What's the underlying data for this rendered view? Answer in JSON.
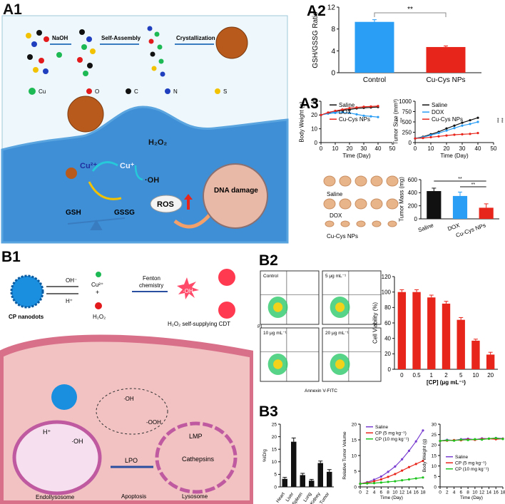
{
  "panels": {
    "a1": "A1",
    "a2": "A2",
    "a3": "A3",
    "b1": "B1",
    "b2": "B2",
    "b3": "B3"
  },
  "a1": {
    "steps": [
      "NaOH",
      "Self-Assembly",
      "Crystallization"
    ],
    "legend": [
      "Cu",
      "O",
      "C",
      "N",
      "S"
    ],
    "legend_colors": [
      "#1db954",
      "#e31a1c",
      "#111111",
      "#1f3fbf",
      "#f2c200"
    ],
    "cu2": "Cu²⁺",
    "cu1": "Cu⁺",
    "h2o2": "H₂O₂",
    "oh": "·OH",
    "gsh": "GSH",
    "gssg": "GSSG",
    "ros": "ROS",
    "dna": "DNA damage"
  },
  "b1": {
    "cp": "CP nanodots",
    "oh_minus": "OH⁻",
    "h_plus": "H⁺",
    "cu2": "Cu²⁺",
    "plus": "+",
    "h2o2": "H₂O₂",
    "fenton": [
      "Fenton",
      "chemistry"
    ],
    "oh": "·OH",
    "cdt": "H₂O₂ self-supplying CDT",
    "oh2": "·OH",
    "ooh": "-OOH",
    "lpo": "LPO",
    "lmp": "LMP",
    "cathepsins": "Cathepsins",
    "apoptosis": "Apoptosis",
    "endo": "Endollysosome",
    "lyso": "Lysosome",
    "h_plus2": "H⁺",
    "oh3": "·OH"
  },
  "flow": {
    "gates": [
      "Control",
      "5 μg mL⁻¹",
      "10 μg mL⁻¹",
      "20 μg mL⁻¹"
    ],
    "xlabel": "Annexin V-FITC",
    "ylabel": "PI"
  },
  "a3_mice": {
    "labels": [
      "Saline",
      "DOX",
      "Cu-Cys NPs"
    ]
  },
  "chart_data": [
    {
      "id": "a2",
      "type": "bar",
      "categories": [
        "Control",
        "Cu-Cys NPs"
      ],
      "values": [
        9.3,
        4.7
      ],
      "errors": [
        0.4,
        0.2
      ],
      "colors": [
        "#2a9df4",
        "#e8251b"
      ],
      "ylabel": "GSH/GSSG Ratio",
      "ylim": [
        0,
        12
      ],
      "yticks": [
        "0",
        "4",
        "8",
        "12"
      ],
      "sig": "**"
    },
    {
      "id": "a3_bw",
      "type": "line",
      "x": [
        0,
        5,
        10,
        15,
        20,
        25,
        30,
        35,
        40
      ],
      "xticks": [
        "0",
        "10",
        "20",
        "30",
        "40",
        "50"
      ],
      "yticks": [
        "0",
        "10",
        "20",
        "30"
      ],
      "xlim": [
        0,
        50
      ],
      "ylim": [
        0,
        30
      ],
      "xlabel": "Time (Day)",
      "ylabel": "Body Weight (g)",
      "series": [
        {
          "name": "Saline",
          "color": "#111111",
          "values": [
            20,
            21.5,
            22.5,
            23.5,
            24,
            24.8,
            25.2,
            25.5,
            25.8
          ]
        },
        {
          "name": "DOX",
          "color": "#2a9df4",
          "values": [
            20,
            21,
            21.5,
            22,
            21.5,
            20.5,
            19.5,
            19,
            18.5
          ]
        },
        {
          "name": "Cu-Cys NPs",
          "color": "#e8251b",
          "values": [
            20,
            21.8,
            23,
            24,
            25,
            25.5,
            26,
            26.2,
            26.5
          ]
        }
      ],
      "sig": [
        "**",
        "***"
      ]
    },
    {
      "id": "a3_ts",
      "type": "line",
      "x": [
        0,
        5,
        10,
        15,
        20,
        25,
        30,
        35,
        40
      ],
      "xticks": [
        "0",
        "10",
        "20",
        "30",
        "40",
        "50"
      ],
      "yticks": [
        "0",
        "250",
        "500",
        "750",
        "1000"
      ],
      "xlim": [
        0,
        50
      ],
      "ylim": [
        0,
        1000
      ],
      "xlabel": "Time (Day)",
      "ylabel": "Tumor Size (mm³)",
      "series": [
        {
          "name": "Saline",
          "color": "#111111",
          "values": [
            100,
            140,
            200,
            260,
            340,
            410,
            480,
            540,
            600
          ]
        },
        {
          "name": "DOX",
          "color": "#2a9df4",
          "values": [
            100,
            130,
            180,
            230,
            290,
            350,
            410,
            450,
            500
          ]
        },
        {
          "name": "Cu-Cys NPs",
          "color": "#e8251b",
          "values": [
            100,
            110,
            130,
            150,
            170,
            190,
            200,
            210,
            230
          ]
        }
      ],
      "sig": [
        "***",
        "***"
      ]
    },
    {
      "id": "a3_tm",
      "type": "bar",
      "categories": [
        "Saline",
        "DOX",
        "Cu-Cys NPs"
      ],
      "values": [
        425,
        350,
        170
      ],
      "errors": [
        45,
        60,
        60
      ],
      "colors": [
        "#111111",
        "#2a9df4",
        "#e8251b"
      ],
      "ylabel": "Tumor Mass (mg)",
      "ylim": [
        0,
        600
      ],
      "yticks": [
        "0",
        "200",
        "400",
        "600"
      ],
      "sig": [
        "**",
        "**"
      ]
    },
    {
      "id": "b2_cv",
      "type": "bar",
      "categories": [
        "0",
        "0.5",
        "1",
        "2",
        "5",
        "10",
        "20"
      ],
      "values": [
        100,
        100,
        93,
        85,
        64,
        37,
        19
      ],
      "errors": [
        3,
        3,
        3,
        3,
        3,
        2,
        3
      ],
      "colors": [
        "#e8251b"
      ],
      "xlabel": "[CP] (μg mL⁻¹)",
      "ylabel": "Cell Viability (%)",
      "ylim": [
        0,
        120
      ],
      "yticks": [
        "0",
        "20",
        "40",
        "60",
        "80",
        "100",
        "120"
      ]
    },
    {
      "id": "b3_bio",
      "type": "bar",
      "categories": [
        "Heart",
        "Liver",
        "Spleen",
        "Lung",
        "Kidney",
        "Tumor"
      ],
      "values": [
        3.2,
        18,
        4.7,
        2.5,
        9.5,
        6
      ],
      "errors": [
        0.6,
        1.5,
        0.7,
        0.5,
        0.8,
        0.9
      ],
      "colors": [
        "#111111"
      ],
      "ylabel": "%ID/g",
      "ylim": [
        0,
        25
      ],
      "yticks": [
        "0",
        "5",
        "10",
        "15",
        "20",
        "25"
      ]
    },
    {
      "id": "b3_rtv",
      "type": "line",
      "x": [
        0,
        2,
        4,
        6,
        8,
        10,
        12,
        14,
        16,
        18
      ],
      "xticks": [
        "0",
        "2",
        "4",
        "6",
        "8",
        "10",
        "12",
        "14",
        "16",
        "18"
      ],
      "yticks": [
        "0",
        "5",
        "10",
        "15",
        "20"
      ],
      "xlim": [
        0,
        18
      ],
      "ylim": [
        0,
        20
      ],
      "xlabel": "Time (Day)",
      "ylabel": "Relative Tumor Volume",
      "series": [
        {
          "name": "Saline",
          "color": "#7a3fd1",
          "values": [
            1,
            1.5,
            2.3,
            3.3,
            4.8,
            6.5,
            8.8,
            11.5,
            14.5,
            18
          ]
        },
        {
          "name": "CP (5 mg kg⁻¹)",
          "color": "#e8251b",
          "values": [
            1,
            1.3,
            1.8,
            2.4,
            3.2,
            4.1,
            5.2,
            6.3,
            7.3,
            8.3
          ]
        },
        {
          "name": "CP (10 mg kg⁻¹)",
          "color": "#1ec41e",
          "values": [
            1,
            1.1,
            1.2,
            1.4,
            1.6,
            1.8,
            2.1,
            2.4,
            2.7,
            3
          ]
        }
      ]
    },
    {
      "id": "b3_bw",
      "type": "line",
      "x": [
        0,
        2,
        4,
        6,
        8,
        10,
        12,
        14,
        16,
        18
      ],
      "xticks": [
        "0",
        "2",
        "4",
        "6",
        "8",
        "10",
        "12",
        "14",
        "16",
        "18"
      ],
      "yticks": [
        "0",
        "5",
        "10",
        "15",
        "20",
        "25",
        "30"
      ],
      "xlim": [
        0,
        18
      ],
      "ylim": [
        0,
        30
      ],
      "xlabel": "Time (Day)",
      "ylabel": "Body Weight (g)",
      "series": [
        {
          "name": "Saline",
          "color": "#7a3fd1",
          "values": [
            22,
            22.5,
            22.2,
            22.8,
            23,
            22.6,
            23.2,
            23,
            23.4,
            23.1
          ]
        },
        {
          "name": "CP (5 mg kg⁻¹)",
          "color": "#e8251b",
          "values": [
            22,
            22.1,
            22.4,
            22.3,
            22.7,
            22.5,
            22.9,
            23,
            22.8,
            23
          ]
        },
        {
          "name": "CP (10 mg kg⁻¹)",
          "color": "#1ec41e",
          "values": [
            22,
            22.3,
            22.1,
            22.6,
            22.4,
            22.8,
            22.6,
            23.1,
            23.3,
            22.9
          ]
        }
      ]
    }
  ]
}
